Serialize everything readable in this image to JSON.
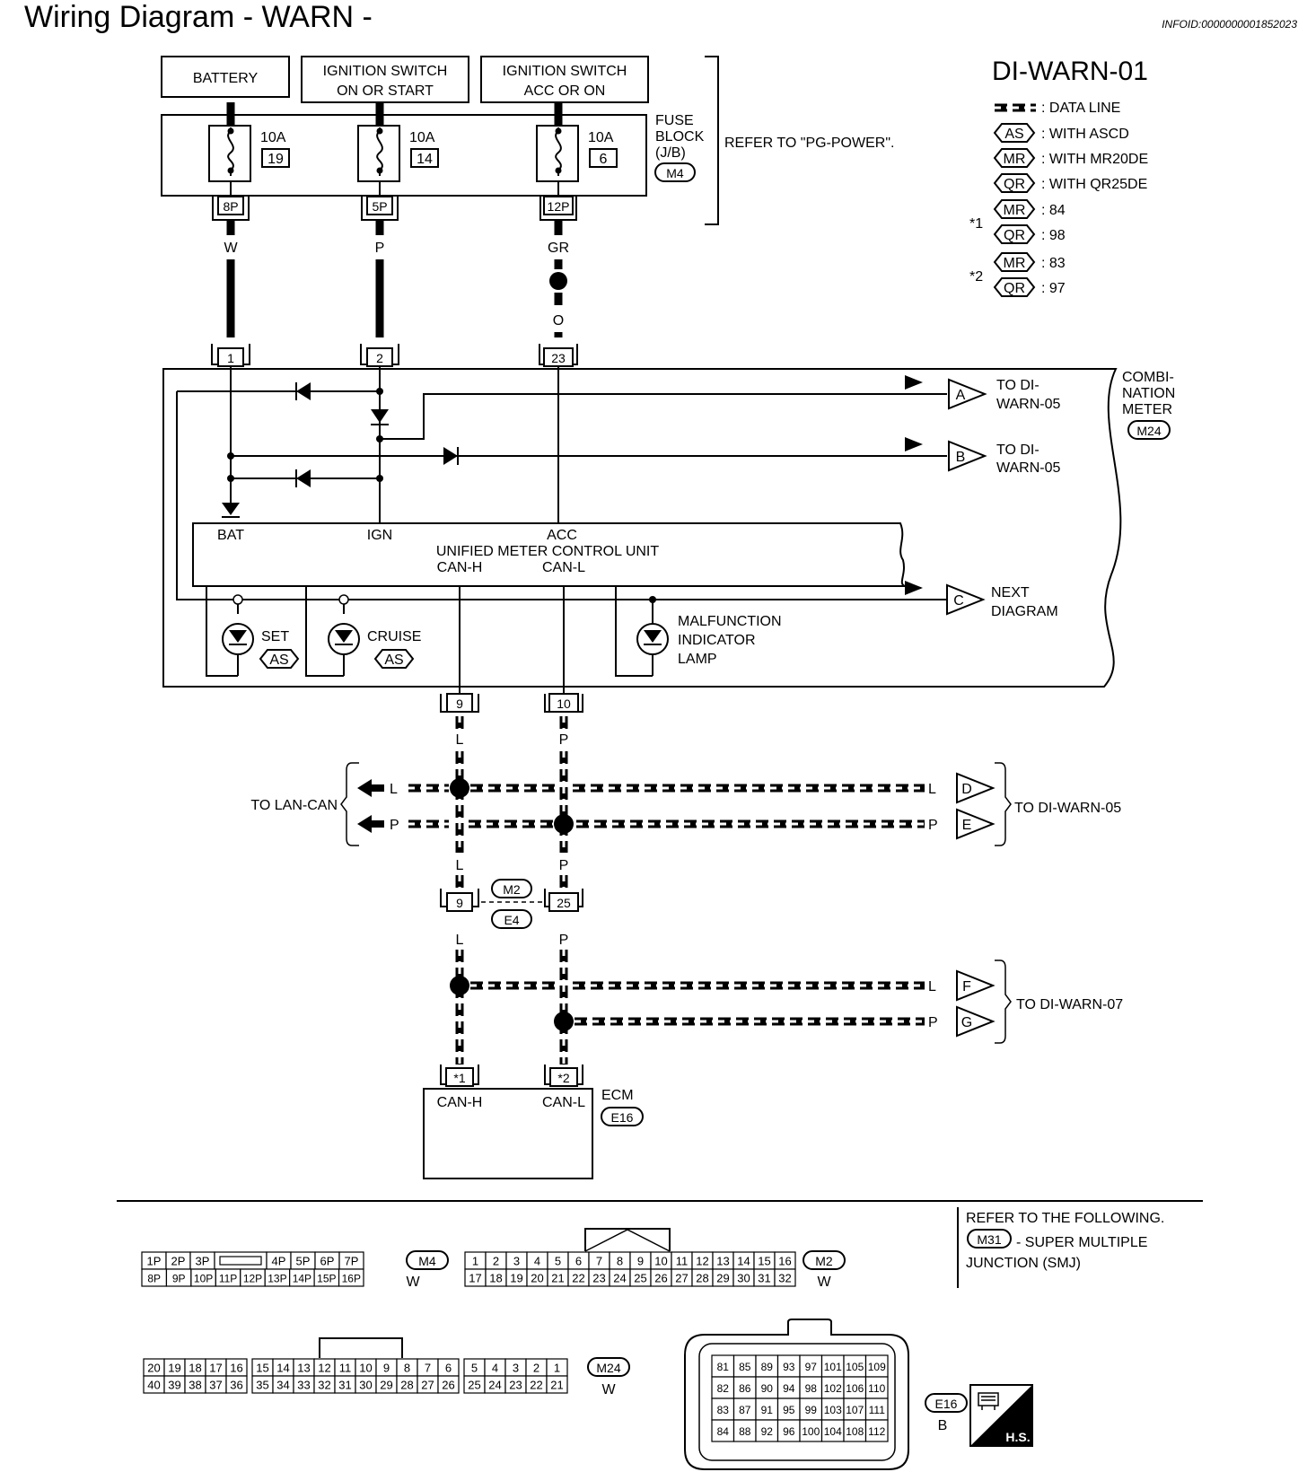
{
  "header": {
    "title": "Wiring Diagram - WARN -",
    "info_id": "INFOID:0000000001852023",
    "diagram_code": "DI-WARN-01"
  },
  "legend": {
    "data_line": ": DATA LINE",
    "items": [
      {
        "tag": "AS",
        "text": ": WITH ASCD"
      },
      {
        "tag": "MR",
        "text": ": WITH MR20DE"
      },
      {
        "tag": "QR",
        "text": ": WITH QR25DE"
      }
    ],
    "star1": {
      "mark": "*1",
      "mr": ": 84",
      "qr": ": 98",
      "mr_tag": "MR",
      "qr_tag": "QR"
    },
    "star2": {
      "mark": "*2",
      "mr": ": 83",
      "qr": ": 97",
      "mr_tag": "MR",
      "qr_tag": "QR"
    }
  },
  "power": {
    "battery": "BATTERY",
    "ign_on_start_1": "IGNITION SWITCH",
    "ign_on_start_2": "ON OR START",
    "ign_acc_1": "IGNITION SWITCH",
    "ign_acc_2": "ACC OR ON"
  },
  "fuse_block": {
    "label_1": "FUSE",
    "label_2": "BLOCK",
    "label_3": "(J/B)",
    "connector": "M4",
    "refer": "REFER TO \"PG-POWER\".",
    "fuses": [
      {
        "rating": "10A",
        "number": "19",
        "pin": "8P",
        "wire": "W"
      },
      {
        "rating": "10A",
        "number": "14",
        "pin": "5P",
        "wire": "P"
      },
      {
        "rating": "10A",
        "number": "6",
        "pin": "12P",
        "wire": "GR"
      }
    ],
    "wire_o": "O"
  },
  "meter": {
    "pins": [
      "1",
      "2",
      "23"
    ],
    "label_1": "COMBI-",
    "label_2": "NATION",
    "label_3": "METER",
    "connector": "M24",
    "unit_name": "UNIFIED METER CONTROL UNIT",
    "bat": "BAT",
    "ign": "IGN",
    "acc": "ACC",
    "can_h": "CAN-H",
    "can_l": "CAN-L",
    "set": "SET",
    "cruise": "CRUISE",
    "as_tag": "AS",
    "mil_1": "MALFUNCTION",
    "mil_2": "INDICATOR",
    "mil_3": "LAMP",
    "out_a": "A",
    "out_b": "B",
    "out_c": "C",
    "to_di_1": "TO DI-",
    "to_di_2": "WARN-05",
    "next_1": "NEXT",
    "next_2": "DIAGRAM",
    "can_pins": [
      "9",
      "10"
    ]
  },
  "can": {
    "wire_l": "L",
    "wire_p": "P",
    "to_lan_can": "TO LAN-CAN",
    "to_warn05": "TO DI-WARN-05",
    "to_warn07": "TO DI-WARN-07",
    "out_d": "D",
    "out_e": "E",
    "out_f": "F",
    "out_g": "G",
    "jc_pin_l": "9",
    "jc_pin_p": "25",
    "jc_m": "M2",
    "jc_e": "E4"
  },
  "ecm": {
    "label": "ECM",
    "connector": "E16",
    "pin_1": "*1",
    "pin_2": "*2",
    "can_h": "CAN-H",
    "can_l": "CAN-L"
  },
  "connectors": {
    "m4": {
      "name": "M4",
      "color": "W",
      "top": [
        "1P",
        "2P",
        "3P",
        "",
        "4P",
        "5P",
        "6P",
        "7P"
      ],
      "bottom": [
        "8P",
        "9P",
        "10P",
        "11P",
        "12P",
        "13P",
        "14P",
        "15P",
        "16P"
      ]
    },
    "m2": {
      "name": "M2",
      "color": "W",
      "top": [
        "1",
        "2",
        "3",
        "4",
        "5",
        "6",
        "7",
        "8",
        "9",
        "10",
        "11",
        "12",
        "13",
        "14",
        "15",
        "16"
      ],
      "bottom": [
        "17",
        "18",
        "19",
        "20",
        "21",
        "22",
        "23",
        "24",
        "25",
        "26",
        "27",
        "28",
        "29",
        "30",
        "31",
        "32"
      ]
    },
    "m24": {
      "name": "M24",
      "color": "W",
      "top": [
        "20",
        "19",
        "18",
        "17",
        "16",
        "15",
        "14",
        "13",
        "12",
        "11",
        "10",
        "9",
        "8",
        "7",
        "6",
        "5",
        "4",
        "3",
        "2",
        "1"
      ],
      "bottom": [
        "40",
        "39",
        "38",
        "37",
        "36",
        "35",
        "34",
        "33",
        "32",
        "31",
        "30",
        "29",
        "28",
        "27",
        "26",
        "25",
        "24",
        "23",
        "22",
        "21"
      ]
    },
    "e16": {
      "name": "E16",
      "color": "B",
      "rows": [
        [
          "81",
          "85",
          "89",
          "93",
          "97",
          "101",
          "105",
          "109"
        ],
        [
          "82",
          "86",
          "90",
          "94",
          "98",
          "102",
          "106",
          "110"
        ],
        [
          "83",
          "87",
          "91",
          "95",
          "99",
          "103",
          "107",
          "111"
        ],
        [
          "84",
          "88",
          "92",
          "96",
          "100",
          "104",
          "108",
          "112"
        ]
      ]
    },
    "hs": "H.S."
  },
  "refer_block": {
    "line_1": "REFER TO THE FOLLOWING.",
    "connector": "M31",
    "line_2": "- SUPER MULTIPLE",
    "line_3": "JUNCTION (SMJ)"
  }
}
